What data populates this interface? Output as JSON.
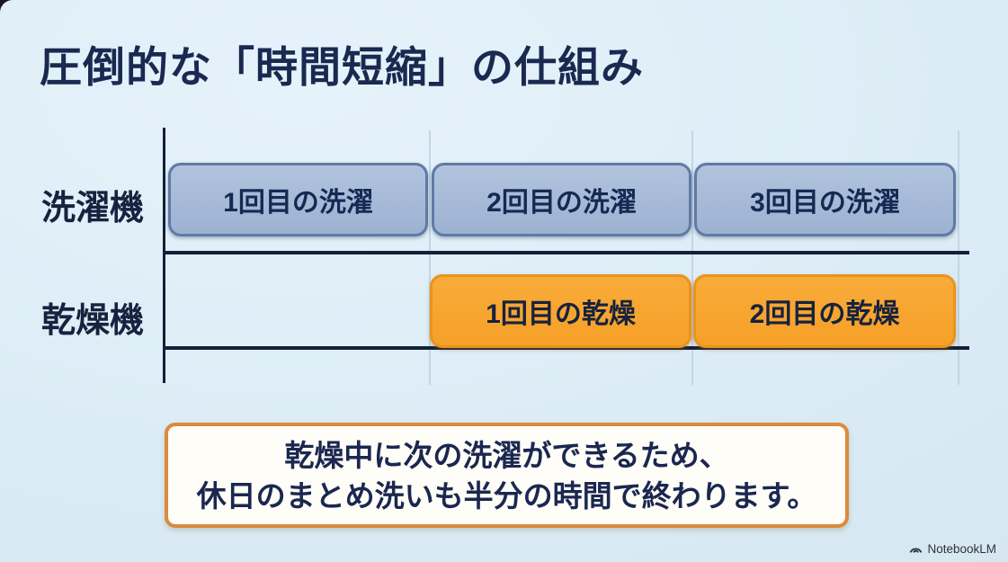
{
  "title": "圧倒的な「時間短縮」の仕組み",
  "chart_data": {
    "type": "gantt",
    "time_slots": 3,
    "grid": "vertical-light-gridlines",
    "rows": [
      {
        "label": "洗濯機",
        "color": "#9db2d2",
        "border_color": "#5f7aa4",
        "bars": [
          {
            "label": "1回目の洗濯",
            "start": 0,
            "end": 1
          },
          {
            "label": "2回目の洗濯",
            "start": 1,
            "end": 2
          },
          {
            "label": "3回目の洗濯",
            "start": 2,
            "end": 3
          }
        ]
      },
      {
        "label": "乾燥機",
        "color": "#f5a028",
        "border_color": "#e9941f",
        "bars": [
          {
            "label": "1回目の乾燥",
            "start": 1,
            "end": 2
          },
          {
            "label": "2回目の乾燥",
            "start": 2,
            "end": 3
          }
        ]
      }
    ]
  },
  "note": {
    "line1": "乾燥中に次の洗濯ができるため、",
    "line2": "休日のまとめ洗いも半分の時間で終わります。"
  },
  "footer": {
    "brand": "NotebookLM",
    "logo_icon": "notebooklm-arcs-icon"
  },
  "colors": {
    "background": "#dcecf6",
    "title_text": "#1a2950",
    "axis_line": "#141f3a",
    "gridline": "#c2d6e6",
    "wash_bar_fill": "#9db2d2",
    "wash_bar_border": "#5f7aa4",
    "dry_bar_fill": "#f5a028",
    "dry_bar_border": "#e9941f",
    "note_fill": "#fffdf7",
    "note_border": "#dc8a3c",
    "note_text": "#1a2750"
  }
}
